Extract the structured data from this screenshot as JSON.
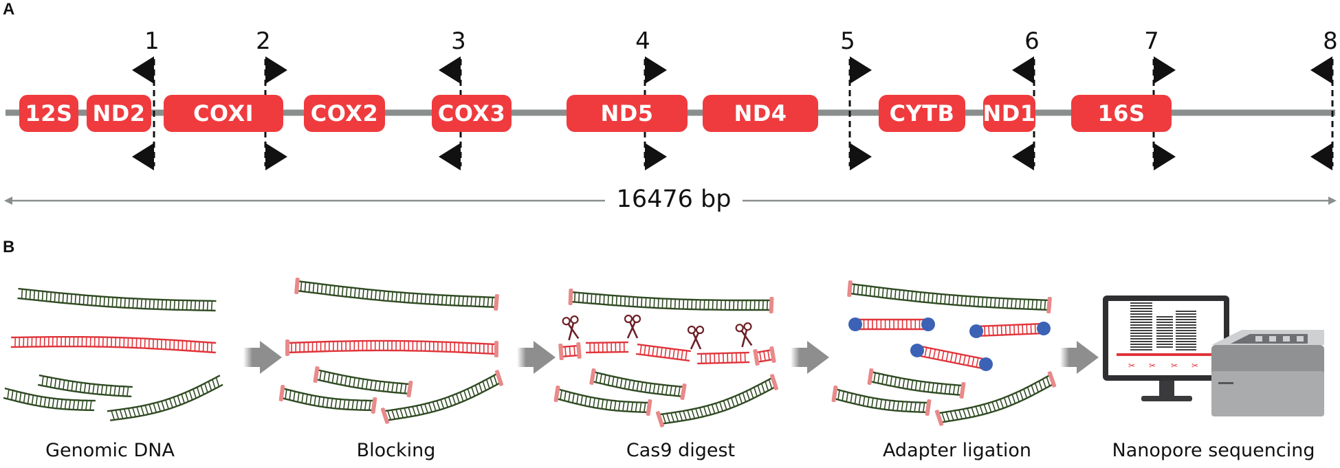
{
  "panels": {
    "a_label": "A",
    "b_label": "B"
  },
  "genome_map": {
    "genes": [
      {
        "name": "12S"
      },
      {
        "name": "ND2"
      },
      {
        "name": "COXI"
      },
      {
        "name": "COX2"
      },
      {
        "name": "COX3"
      },
      {
        "name": "ND5"
      },
      {
        "name": "ND4"
      },
      {
        "name": "CYTB"
      },
      {
        "name": "ND1"
      },
      {
        "name": "16S"
      }
    ],
    "cut_sites": [
      "1",
      "2",
      "3",
      "4",
      "5",
      "6",
      "7",
      "8"
    ],
    "length_label": "16476 bp"
  },
  "workflow": {
    "steps": [
      "Genomic DNA",
      "Blocking",
      "Cas9 digest",
      "Adapter ligation",
      "Nanopore sequencing"
    ]
  },
  "colors": {
    "gene_red": "#ef3b3e",
    "backbone_gray": "#8a8f8e",
    "dna_green": "#2f4a22",
    "dna_red": "#e0343a",
    "block_pink": "#e88a8a",
    "adapter_blue": "#3b62b5",
    "arrow_gray": "#8e8e8e"
  },
  "icons": [
    "scissors-icon",
    "monitor-icon",
    "sequencer-icon",
    "guide-arrow-icon"
  ]
}
